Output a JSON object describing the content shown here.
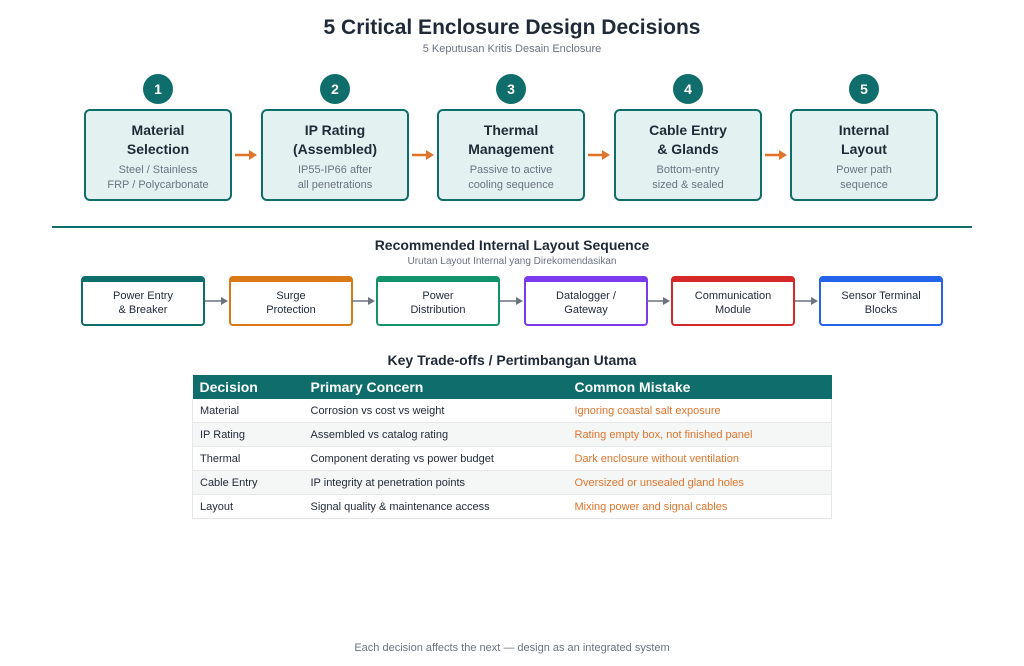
{
  "header": {
    "title": "5 Critical Enclosure Design Decisions",
    "subtitle": "5 Keputusan Kritis Desain Enclosure"
  },
  "decisions": [
    {
      "number": "1",
      "title": "Material\nSelection",
      "desc": "Steel / Stainless\nFRP / Polycarbonate"
    },
    {
      "number": "2",
      "title": "IP Rating\n(Assembled)",
      "desc": "IP55-IP66 after\nall penetrations"
    },
    {
      "number": "3",
      "title": "Thermal\nManagement",
      "desc": "Passive to active\ncooling sequence"
    },
    {
      "number": "4",
      "title": "Cable Entry\n& Glands",
      "desc": "Bottom-entry\nsized & sealed"
    },
    {
      "number": "5",
      "title": "Internal\nLayout",
      "desc": "Power path\nsequence"
    }
  ],
  "layout_section": {
    "title": "Recommended Internal Layout Sequence",
    "subtitle": "Urutan Layout Internal yang Direkomendasikan",
    "steps": [
      {
        "label": "Power Entry\n& Breaker",
        "color": "#0f6e6b"
      },
      {
        "label": "Surge\nProtection",
        "color": "#d97a16"
      },
      {
        "label": "Power\nDistribution",
        "color": "#13936b"
      },
      {
        "label": "Datalogger /\nGateway",
        "color": "#7c3aed"
      },
      {
        "label": "Communication\nModule",
        "color": "#d62828"
      },
      {
        "label": "Sensor Terminal\nBlocks",
        "color": "#2563eb"
      }
    ]
  },
  "tradeoffs": {
    "title": "Key Trade-offs / Pertimbangan Utama",
    "headers": [
      "Decision",
      "Primary Concern",
      "Common Mistake"
    ],
    "rows": [
      [
        "Material",
        "Corrosion vs cost vs weight",
        "Ignoring coastal salt exposure"
      ],
      [
        "IP Rating",
        "Assembled vs catalog rating",
        "Rating empty box, not finished panel"
      ],
      [
        "Thermal",
        "Component derating vs power budget",
        "Dark enclosure without ventilation"
      ],
      [
        "Cable Entry",
        "IP integrity at penetration points",
        "Oversized or unsealed gland holes"
      ],
      [
        "Layout",
        "Signal quality & maintenance access",
        "Mixing power and signal cables"
      ]
    ]
  },
  "colors": {
    "primary": "#0f6e6b",
    "accent": "#e0742b"
  },
  "footer": {
    "text": "Each decision affects the next — design as an integrated system"
  }
}
